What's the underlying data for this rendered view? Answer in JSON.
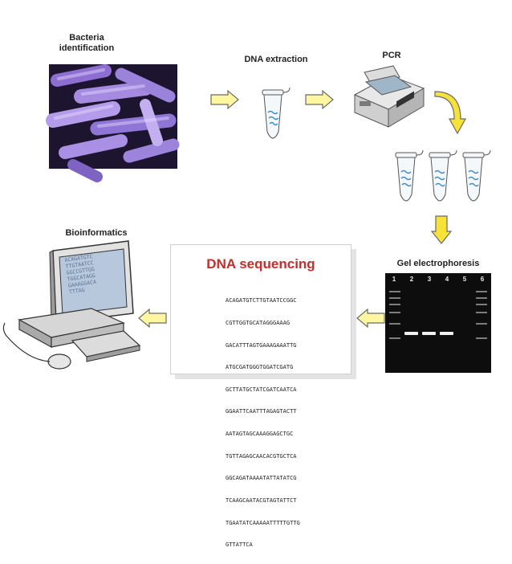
{
  "labels": {
    "bacteria": "Bacteria\nidentification",
    "dna_extraction": "DNA extraction",
    "pcr": "PCR",
    "bioinformatics": "Bioinformatics",
    "dna_sequencing": "DNA sequencing",
    "gel_electrophoresis": "Gel electrophoresis"
  },
  "sequence_lines": [
    "ACAGATGTCTTGTAATCCGGC",
    "CGTTGGTGCATAGGGAAAG",
    "GACATTTAGTGAAAGAAATTG",
    "ATGCGATGGGTGGATCGATG",
    "GCTTATGCTATCGATCAATCA",
    "GGAATTCAATTTAGAGTACTT",
    "AATAGTAGCAAAGGAGCTGC",
    "TGTTAGAGCAACACGTGCTCA",
    "GGCAGATAAAATATTATATCG",
    "TCAAGCAATACGTAGTATTCT",
    "TGAATATCAAAAATTTTTGTTG",
    "GTTATTCA"
  ],
  "screen_lines": [
    "ACAGATGTC",
    "TTGTAATCC",
    "GGCCGTTGG",
    "TGGCATAGG",
    "GAAAGGACA",
    "TTTAG"
  ],
  "gel_lanes": [
    "1",
    "2",
    "3",
    "4",
    "5",
    "6"
  ],
  "colors": {
    "arrow_fill": "#fff7a0",
    "arrow_stroke": "#6a6a6a",
    "accent_arrow": "#f7e23a",
    "title_red": "#c0302e",
    "bacteria_purple": "#8e6fd1"
  }
}
